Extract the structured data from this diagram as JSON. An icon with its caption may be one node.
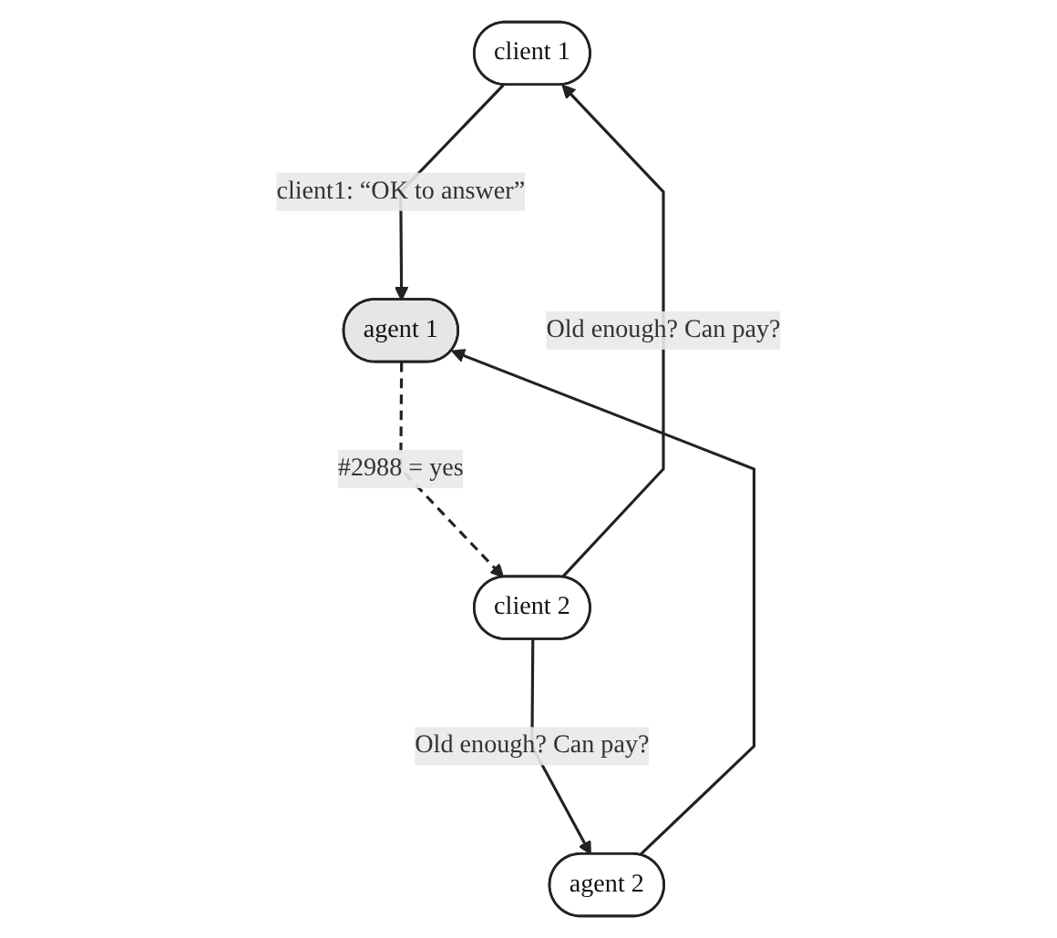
{
  "diagram": {
    "nodes": [
      {
        "text": [
          "client 1"
        ]
      },
      {
        "text": [
          "client 2"
        ]
      },
      {
        "text": [
          "agent 1"
        ]
      },
      {
        "text": [
          "agent 2"
        ]
      }
    ],
    "edges": [
      {
        "from": 1,
        "to": 0,
        "arrow": "to",
        "label": "Old enough? Can pay?"
      },
      {
        "from": 0,
        "to": 2,
        "arrow": "to",
        "label": "client1: “OK to answer”"
      },
      {
        "from": 1,
        "to": 3,
        "arrow": "to",
        "label": "Old enough? Can pay?"
      },
      {
        "from": 3,
        "to": 2,
        "arrow": "to"
      },
      {
        "from": 2,
        "to": 1,
        "arrow": "to",
        "label": "#2988 = yes",
        "style": "dashed"
      }
    ]
  }
}
